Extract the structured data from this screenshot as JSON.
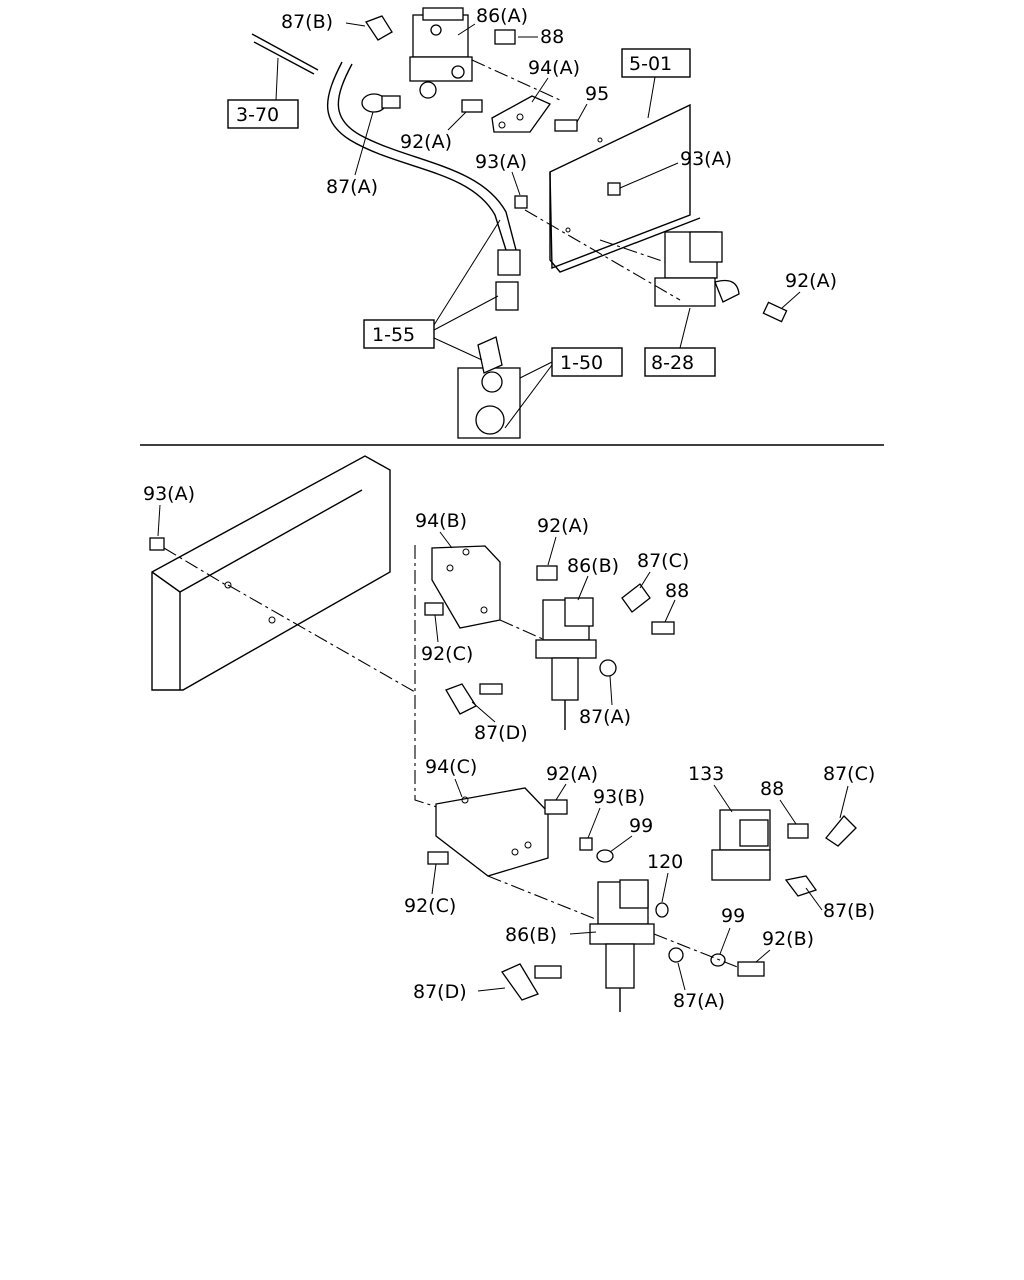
{
  "top_section": {
    "callouts": {
      "p87b": "87(B)",
      "p86a": "86(A)",
      "p88": "88",
      "p94a": "94(A)",
      "p95": "95",
      "p92a_1": "92(A)",
      "p87a": "87(A)",
      "p93a_1": "93(A)",
      "p93a_2": "93(A)",
      "p92a_2": "92(A)"
    },
    "reference_boxes": {
      "r370": "3-70",
      "r501": "5-01",
      "r155": "1-55",
      "r150": "1-50",
      "r828": "8-28"
    }
  },
  "bottom_section": {
    "callouts": {
      "p93a": "93(A)",
      "p94b": "94(B)",
      "p92a_1": "92(A)",
      "p86b_1": "86(B)",
      "p87c_1": "87(C)",
      "p88_1": "88",
      "p92c_1": "92(C)",
      "p87a_1": "87(A)",
      "p87d_1": "87(D)",
      "p94c": "94(C)",
      "p92a_2": "92(A)",
      "p93b": "93(B)",
      "p99_1": "99",
      "p133": "133",
      "p88_2": "88",
      "p87c_2": "87(C)",
      "p120": "120",
      "p92c_2": "92(C)",
      "p87b": "87(B)",
      "p99_2": "99",
      "p92b": "92(B)",
      "p86b_2": "86(B)",
      "p87d_2": "87(D)",
      "p87a_2": "87(A)"
    }
  }
}
